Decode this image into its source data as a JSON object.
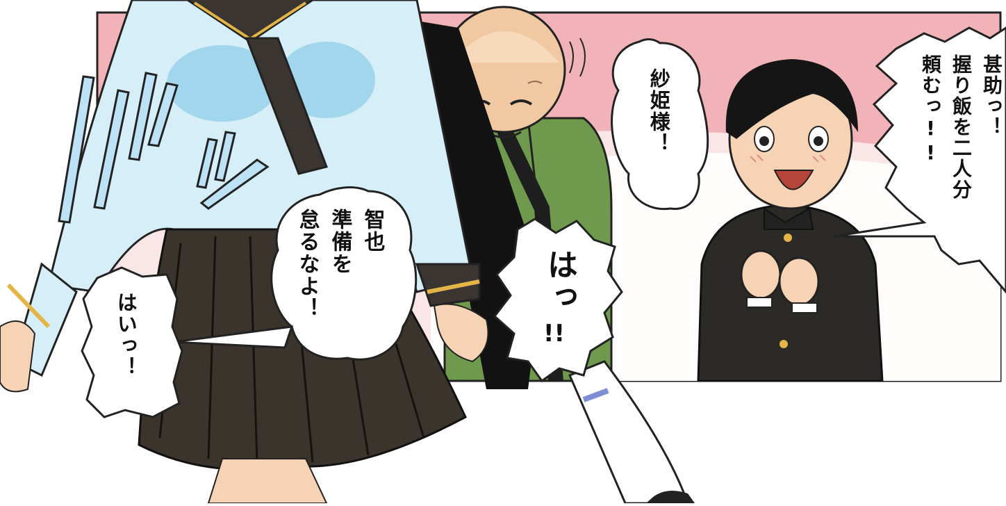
{
  "panel": {
    "background_color": "#f2b3b8",
    "border_color": "#222222"
  },
  "characters": {
    "girl": {
      "blouse_color": "#d6eef7",
      "skirt_color": "#3b342c",
      "tie_color": "#3a3530"
    },
    "old_man": {
      "robe_color": "#6f9a4e",
      "skin_color": "#f0c9a2"
    },
    "boy": {
      "uniform_color": "#2c2a26",
      "skin_color": "#f6d3b4",
      "button_color": "#e2b546"
    }
  },
  "speech": {
    "old_man_call": "紗姫様！",
    "boy_shout_line1": "甚助っ！",
    "boy_shout_line2": "握り飯を二人分",
    "boy_shout_line3": "頼むっ!!",
    "girl_order_line1": "智也",
    "girl_order_line2": "準備を",
    "girl_order_line3": "怠るなよ！",
    "reply_hai": "はいっ！",
    "reply_ha_main": "はっ",
    "reply_ha_exclaim": "!!"
  }
}
